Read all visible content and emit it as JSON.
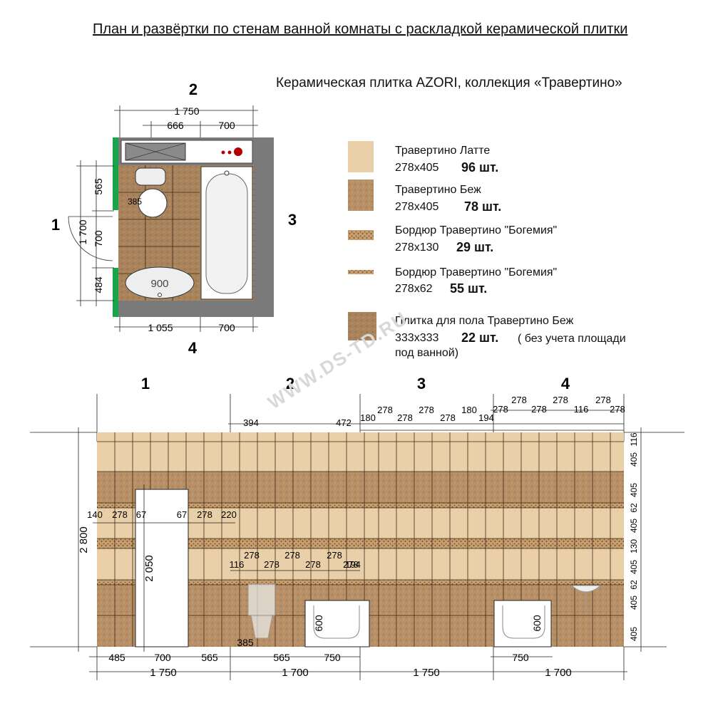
{
  "title": "План и развёртки по стенам ванной комнаты с раскладкой керамической плитки",
  "subtitle": "Керамическая плитка AZORI, коллекция «Травертино»",
  "plan": {
    "wall_numbers": [
      "1",
      "2",
      "3",
      "4"
    ],
    "dims_top": [
      "1 750",
      "666",
      "700"
    ],
    "dims_bottom": [
      "1 055",
      "700"
    ],
    "dims_left": [
      "565",
      "1 700",
      "700",
      "484"
    ],
    "dim_toilet": "385",
    "dim_sink": "900"
  },
  "legend": [
    {
      "name": "Травертино Латте",
      "size": "278x405",
      "count": "96 шт.",
      "color": "#e8c9a0"
    },
    {
      "name": "Травертино Беж",
      "size": "278x405",
      "count": "78 шт.",
      "color": "#b89068"
    },
    {
      "name": "Бордюр Травертино \"Богемия\"",
      "size": "278x130",
      "count": "29 шт.",
      "color": "#c49a6c"
    },
    {
      "name": "Бордюр Травертино \"Богемия\"",
      "size": "278x62",
      "count": "55 шт.",
      "color": "#c49a6c"
    },
    {
      "name": "Плитка для пола Травертино Беж",
      "size": "333x333",
      "count": "22 шт.",
      "note1": "( без учета площади",
      "note2": "под ванной)",
      "color": "#b08c64"
    }
  ],
  "watermark": "WWW.DS-TD.RU",
  "elevation": {
    "wall_numbers": [
      "1",
      "2",
      "3",
      "4"
    ],
    "height": "2 800",
    "door_height": "2 050",
    "top_dims": [
      "394",
      "472",
      "180",
      "278",
      "278",
      "278",
      "278",
      "180",
      "194",
      "278",
      "278",
      "278",
      "278",
      "116",
      "278",
      "278",
      "278"
    ],
    "right_dims": [
      "116",
      "405",
      "405",
      "62",
      "405",
      "130",
      "405",
      "62",
      "405",
      "405"
    ],
    "mid_dims_left": [
      "140",
      "278",
      "67",
      "67",
      "278",
      "220"
    ],
    "mid_dims_right": [
      "116",
      "278",
      "278",
      "278",
      "278",
      "278",
      "278",
      "194"
    ],
    "bottom_dims_1": [
      "485",
      "700",
      "565",
      "565",
      "750",
      "750"
    ],
    "bottom_dims_2": [
      "1 750",
      "1 700",
      "1 750",
      "1 700"
    ],
    "dim_385": "385",
    "dim_600": "600"
  }
}
